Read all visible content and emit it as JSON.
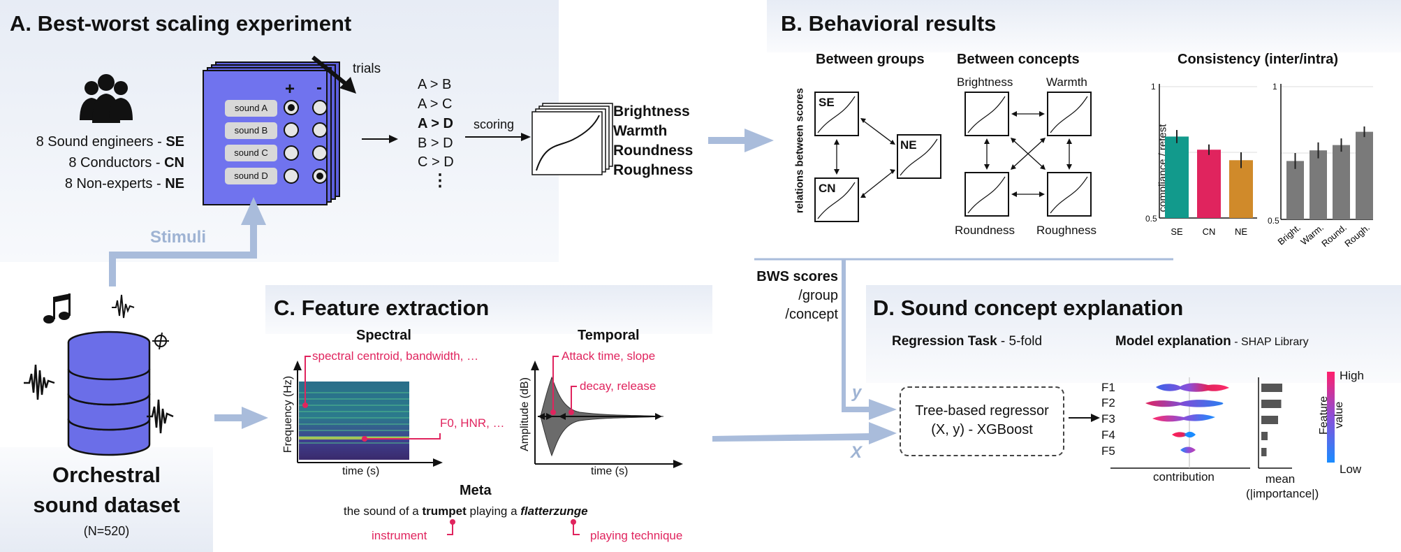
{
  "panels": {
    "a": {
      "title": "A. Best-worst scaling experiment",
      "groups": [
        {
          "label": "8 Sound engineers - ",
          "code": "SE"
        },
        {
          "label": "8 Conductors - ",
          "code": "CN"
        },
        {
          "label": "8 Non-experts - ",
          "code": "NE"
        }
      ],
      "plus": "+",
      "minus": "-",
      "sounds": [
        "sound A",
        "sound B",
        "sound C",
        "sound D"
      ],
      "trials": "trials",
      "comparisons": [
        "A > B",
        "A > C",
        "A > D",
        "B > D",
        "C > D",
        "⋮"
      ],
      "scoring": "scoring",
      "concepts": [
        "Brightness",
        "Warmth",
        "Roundness",
        "Roughness"
      ],
      "stimuli": "Stimuli"
    },
    "b": {
      "title": "B. Behavioral results",
      "between_groups": "Between groups",
      "between_concepts": "Between concepts",
      "consistency": "Consistency (inter/intra)",
      "y_axis": "relations between scores",
      "groups": [
        "SE",
        "NE",
        "CN"
      ],
      "concepts": [
        "Brightness",
        "Warmth",
        "Roundness",
        "Roughness"
      ]
    },
    "c": {
      "title": "C. Feature extraction",
      "spectral": "Spectral",
      "temporal": "Temporal",
      "spectral_features": "spectral centroid, bandwidth, …",
      "f0_features": "F0, HNR, …",
      "attack": "Attack time, slope",
      "decay": "decay, release",
      "freq_label": "Frequency (Hz)",
      "amp_label": "Amplitude (dB)",
      "time_label": "time (s)",
      "meta": "Meta",
      "meta_pre": "the sound of a ",
      "meta_instrument": "trumpet",
      "meta_mid": " playing a ",
      "meta_technique": "flatterzunge",
      "instrument_label": "instrument",
      "technique_label": "playing technique"
    },
    "d": {
      "title": "D. Sound concept explanation",
      "regression_bold": "Regression Task",
      "regression_rest": " - 5-fold",
      "explanation_bold": "Model explanation",
      "explanation_rest": " - SHAP Library",
      "model_line1": "Tree-based regressor",
      "model_line2": "(X, y) - XGBoost",
      "features": [
        "F1",
        "F2",
        "F3",
        "F4",
        "F5"
      ],
      "contribution": "contribution",
      "mean_line1": "mean",
      "mean_line2": "(|importance|)",
      "high": "High",
      "low": "Low",
      "feature_value": "Feature value"
    },
    "dataset": {
      "title_line1": "Orchestral",
      "title_line2": "sound dataset",
      "count": "(N=520)"
    },
    "flow": {
      "bws_title": "BWS scores",
      "bws_group": "/group",
      "bws_concept": "/concept",
      "y": "y",
      "x": "X"
    }
  },
  "chart_data": [
    {
      "type": "bar",
      "categories": [
        "SE",
        "CN",
        "NE"
      ],
      "values": [
        0.81,
        0.76,
        0.72
      ],
      "errors": [
        0.025,
        0.02,
        0.03
      ],
      "colors": [
        "#129a8c",
        "#e0245e",
        "#d08a2a"
      ],
      "ylabel": "compliance / retest",
      "ylim": [
        0.5,
        1
      ],
      "yticks": [
        "1",
        "0.5"
      ]
    },
    {
      "type": "bar",
      "categories": [
        "Bright.",
        "Warm.",
        "Round.",
        "Rough."
      ],
      "values": [
        0.72,
        0.76,
        0.78,
        0.83
      ],
      "errors": [
        0.03,
        0.03,
        0.025,
        0.02
      ],
      "colors": [
        "#7a7a7a",
        "#7a7a7a",
        "#7a7a7a",
        "#7a7a7a"
      ],
      "ylim": [
        0.5,
        1
      ],
      "yticks": [
        "1",
        "0.5"
      ]
    },
    {
      "type": "bar",
      "categories": [
        "F1",
        "F2",
        "F3",
        "F4",
        "F5"
      ],
      "values": [
        1.0,
        0.95,
        0.8,
        0.3,
        0.25
      ],
      "xlabel": "mean (|importance|)"
    }
  ],
  "colors": {
    "panel_bg": "#e9eef6",
    "arrow": "#9eb3d3",
    "accent_red": "#e0245e",
    "card_purple": "#6b6ee8"
  }
}
